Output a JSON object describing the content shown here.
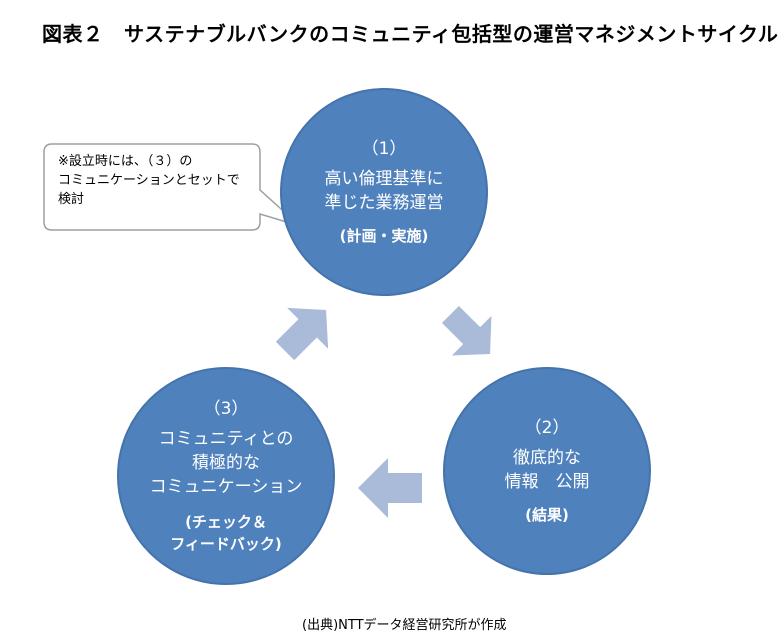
{
  "title": "図表２　サステナブルバンクのコミュニティ包括型の運営マネジメントサイクル",
  "callout": {
    "lines": [
      "※設立時には、（３）の",
      "コミュニケーションとセットで",
      "検討"
    ]
  },
  "circles": {
    "c1": {
      "num": "（1）",
      "lines": [
        "高い倫理基準に",
        "準じた業務運営"
      ],
      "sub": [
        "(計画・実施)"
      ]
    },
    "c2": {
      "num": "（2）",
      "lines": [
        "徹底的な",
        "情報　公開"
      ],
      "sub": [
        "(結果)"
      ]
    },
    "c3": {
      "num": "（3）",
      "lines": [
        "コミュニティとの",
        "積極的な",
        "コミュニケーション"
      ],
      "sub": [
        "(チェック＆",
        "フィードバック)"
      ]
    }
  },
  "source": "(出典)NTTデータ経営研究所が作成",
  "colors": {
    "circle_fill": "#4f81bd",
    "arrow_fill": "#a9bbd9",
    "callout_border": "#9aa0a6"
  }
}
